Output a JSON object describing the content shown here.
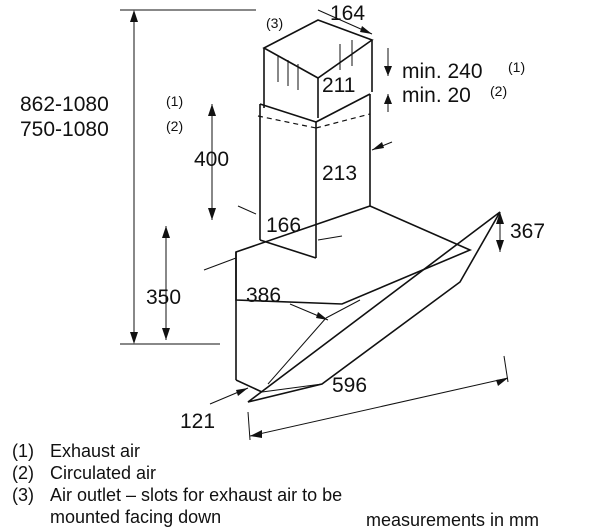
{
  "dimensions": {
    "total_height_exhaust": "862-1080",
    "total_height_circulated": "750-1080",
    "note_1": "(1)",
    "note_2": "(2)",
    "note_3": "(3)",
    "chimney_width": "164",
    "chimney_inner_depth": "211",
    "min_exhaust": "min. 240",
    "min_circulated": "min. 20",
    "chimney_height": "400",
    "chimney_depth": "213",
    "chimney_front": "166",
    "canopy_height": "367",
    "hood_depth": "386",
    "hood_body_height": "350",
    "hood_width": "596",
    "base_depth": "121"
  },
  "legend": [
    {
      "num": "(1)",
      "text": "Exhaust air"
    },
    {
      "num": "(2)",
      "text": "Circulated air"
    },
    {
      "num": "(3)",
      "text": "Air outlet – slots for exhaust air to be"
    },
    {
      "num": "",
      "text": "mounted facing down"
    }
  ],
  "units_note": "measurements in mm"
}
